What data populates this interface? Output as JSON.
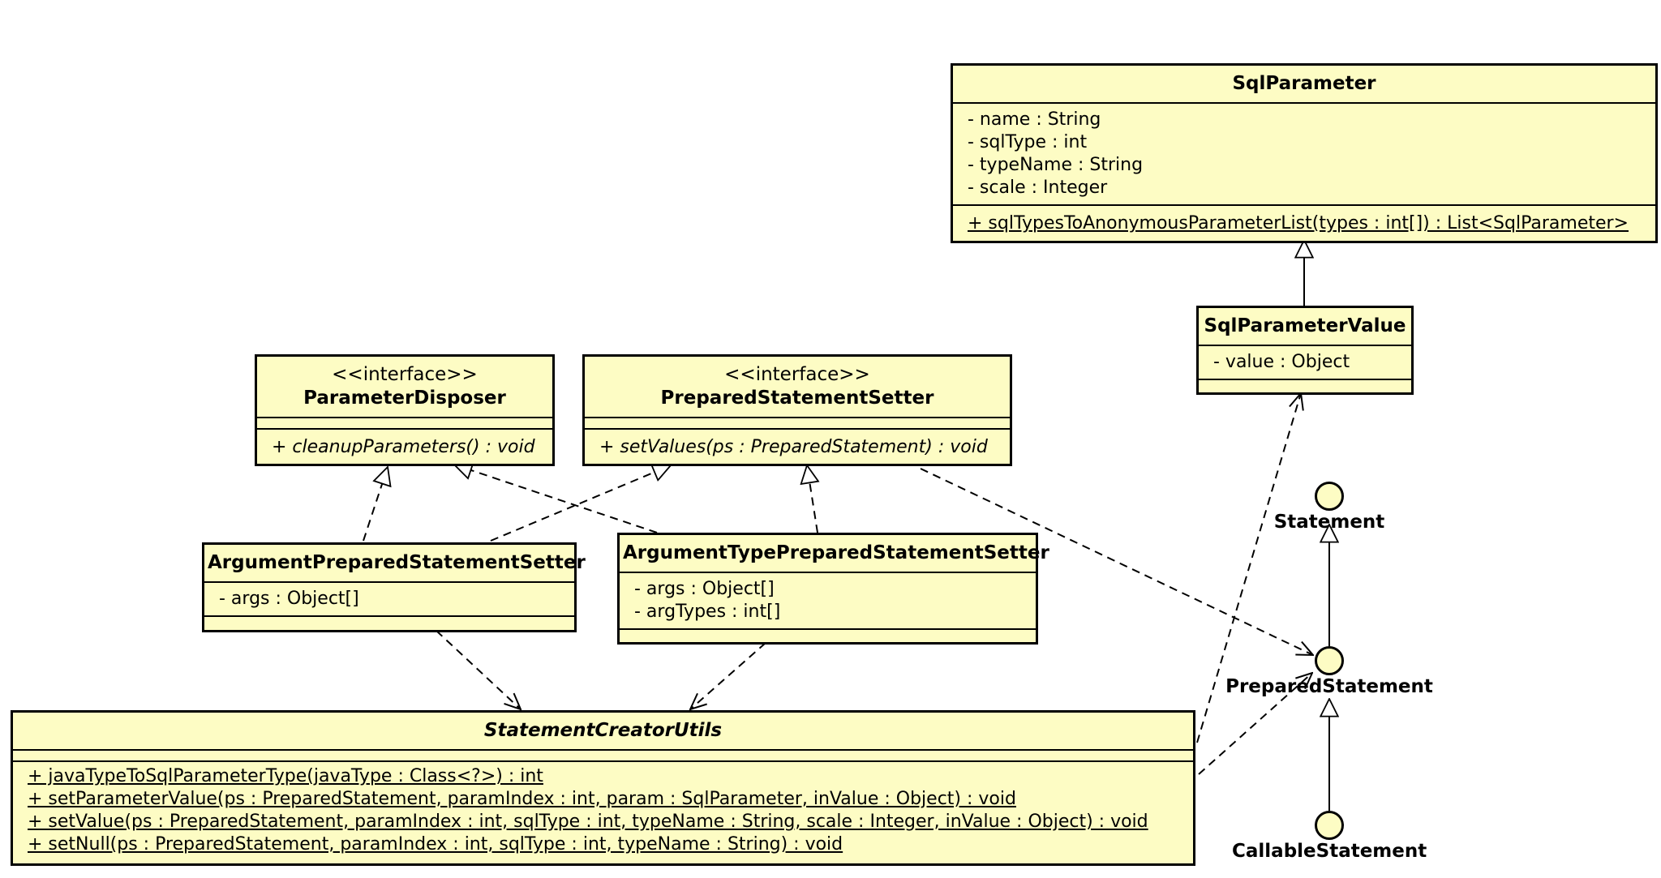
{
  "classes": {
    "sql_parameter": {
      "name": "SqlParameter",
      "attributes": [
        "- name : String",
        "- sqlType : int",
        "- typeName : String",
        "- scale : Integer"
      ],
      "operations": [
        "+ sqlTypesToAnonymousParameterList(types : int[]) : List<SqlParameter>"
      ]
    },
    "sql_parameter_value": {
      "name": "SqlParameterValue",
      "attributes": [
        "- value : Object"
      ]
    },
    "parameter_disposer": {
      "stereotype": "<<interface>>",
      "name": "ParameterDisposer",
      "operations": [
        "+ cleanupParameters() : void"
      ]
    },
    "prepared_statement_setter": {
      "stereotype": "<<interface>>",
      "name": "PreparedStatementSetter",
      "operations": [
        "+ setValues(ps : PreparedStatement) : void"
      ]
    },
    "argument_prepared_statement_setter": {
      "name": "ArgumentPreparedStatementSetter",
      "attributes": [
        "- args : Object[]"
      ]
    },
    "argument_type_prepared_statement_setter": {
      "name": "ArgumentTypePreparedStatementSetter",
      "attributes": [
        "- args : Object[]",
        "- argTypes : int[]"
      ]
    },
    "statement_creator_utils": {
      "name": "StatementCreatorUtils",
      "operations": [
        "+ javaTypeToSqlParameterType(javaType : Class<?>) : int",
        "+ setParameterValue(ps : PreparedStatement, paramIndex : int, param : SqlParameter, inValue : Object) : void",
        "+ setValue(ps : PreparedStatement, paramIndex : int, sqlType : int, typeName : String, scale : Integer, inValue : Object) : void",
        "+ setNull(ps : PreparedStatement, paramIndex : int, sqlType : int, typeName : String) : void"
      ]
    }
  },
  "interfaces": {
    "statement": "Statement",
    "prepared_statement": "PreparedStatement",
    "callable_statement": "CallableStatement"
  },
  "colors": {
    "fill": "#fdfcc4",
    "stroke": "#000000"
  }
}
